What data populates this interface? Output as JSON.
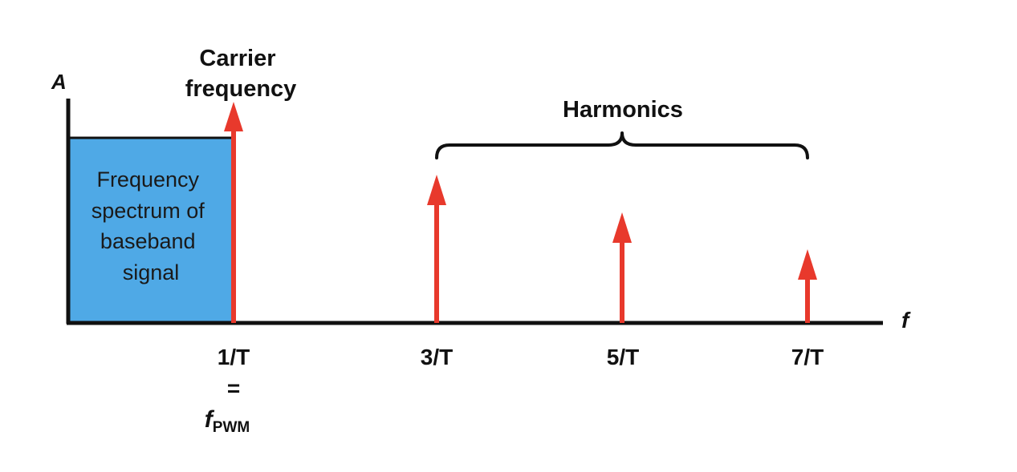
{
  "axis": {
    "y_label": "A",
    "x_label": "f"
  },
  "baseband": {
    "lines": [
      "Frequency",
      "spectrum of",
      "baseband",
      "signal"
    ]
  },
  "carrier": {
    "lines": [
      "Carrier",
      "frequency"
    ]
  },
  "harmonics": {
    "label": "Harmonics"
  },
  "ticks": {
    "t1": "1/T",
    "t3": "3/T",
    "t5": "5/T",
    "t7": "7/T",
    "equals": "=",
    "fpwm_main": "f",
    "fpwm_sub": "PWM"
  },
  "colors": {
    "baseband_fill": "#4fa9e6",
    "arrow": "#e8392c",
    "axis": "#111111"
  }
}
